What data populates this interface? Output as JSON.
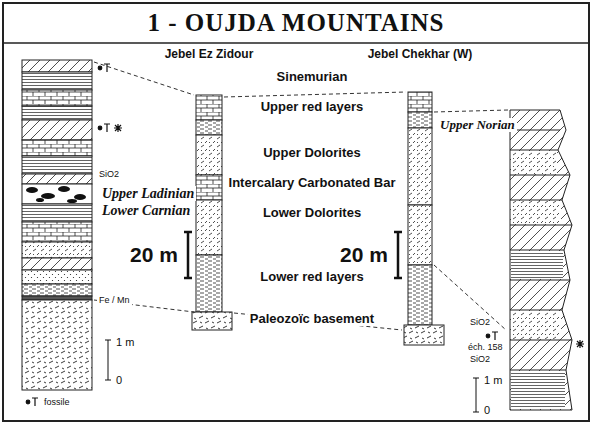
{
  "diagram": {
    "title": "1 - OUJDA MOUNTAINS",
    "labels": [
      "Jebel Ez Zidour",
      "Jebel Chekhar (W)",
      "Sinemurian",
      "Upper red layers",
      "Upper Norian",
      "Upper Dolorites",
      "Intercalary Carbonated Bar",
      "Lower Dolorites",
      "20 m",
      "20 m",
      "Lower red layers",
      "Paleozoïc basement",
      "SiO2",
      "Upper Ladinian",
      "Lower Carnian",
      "Fe / Mn",
      "1 m",
      "0",
      "fossile",
      "SiO2",
      "éch. 158",
      "SiO2",
      "1 m",
      "0"
    ]
  }
}
